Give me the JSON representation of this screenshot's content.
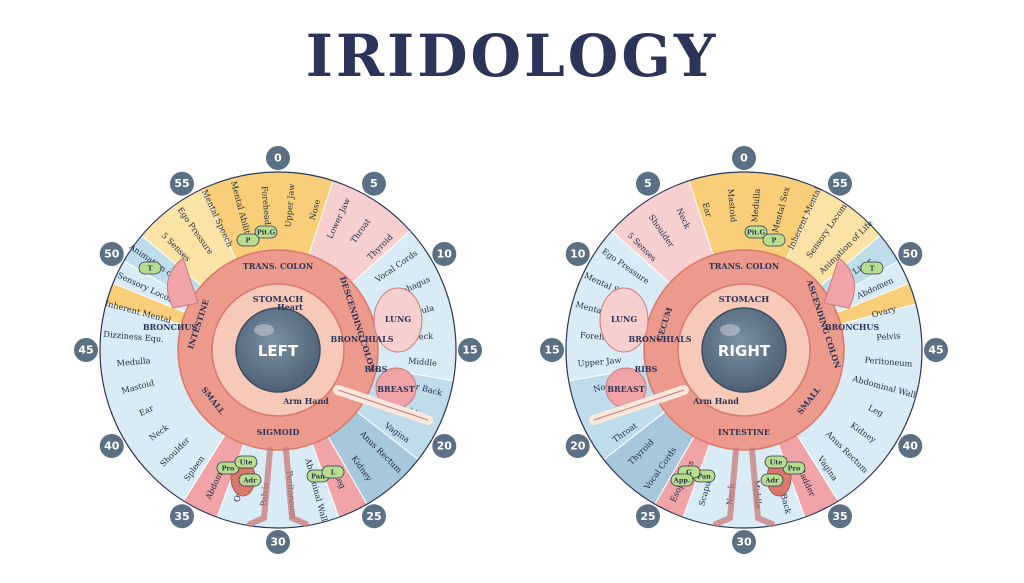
{
  "title": "IRIDOLOGY",
  "colors": {
    "navy": "#2c3559",
    "yellow": "#f8cf78",
    "yellow_light": "#fbe3a6",
    "blue_light": "#d9ecf5",
    "blue_mid": "#bfdcea",
    "blue_dark": "#a7c8da",
    "pink": "#f0a4a8",
    "pink_light": "#f7cfcf",
    "ring_salmon": "#ec9a8c",
    "ring_inner": "#f6c9b8",
    "pupil": "#5b7084",
    "badge": "#5b7084"
  },
  "left_eye": {
    "label": "LEFT",
    "clock_numbers": [
      "0",
      "5",
      "10",
      "15",
      "20",
      "25",
      "30",
      "35",
      "40",
      "45",
      "50",
      "55"
    ],
    "outer_labels": [
      "5 Senses",
      "Ego Pressure",
      "Mental Speech",
      "Mental Ability",
      "Forehead",
      "Upper Jaw",
      "Nose",
      "Lower Jaw",
      "Throat",
      "Thyroid",
      "Vocal Cords",
      "Esophagus",
      "Scapula",
      "Neck",
      "Middle",
      "Lower Back",
      "Bladder",
      "Vagina",
      "Anus Rectum",
      "Kidney",
      "Leg",
      "Abdominal Wall",
      "Peritoneum",
      "Pelvis",
      "Ovary",
      "Abdomen",
      "Spleen",
      "Shoulder",
      "Neck",
      "Ear",
      "Mastoid",
      "Medulla",
      "Dizziness Equ.",
      "Inherent Mental",
      "Sensory Locom",
      "Animation of Life"
    ],
    "small_badges": [
      "Pit.G",
      "P",
      "T",
      "Pro",
      "Ute",
      "Adr",
      "Pan",
      "L"
    ],
    "organ_labels": [
      "LUNG",
      "Heart",
      "BREAST",
      "Arm Hand",
      "BRONCHUS",
      "BRONCHIALS",
      "RIBS"
    ],
    "ring_labels": [
      "TRANS. COLON",
      "INTESTINE",
      "SMALL",
      "SIGMOID",
      "DESCENDING COLON"
    ],
    "inner_label": "STOMACH"
  },
  "right_eye": {
    "label": "RIGHT",
    "clock_numbers": [
      "0",
      "5",
      "10",
      "15",
      "20",
      "25",
      "30",
      "35",
      "40",
      "45",
      "50",
      "55"
    ],
    "outer_labels": [
      "Animation of Life",
      "Sensory Locom",
      "Inherent Mental",
      "Mental Sex",
      "Medulla",
      "Mastoid",
      "Ear",
      "Neck",
      "Shoulder",
      "5 Senses",
      "Ego Pressure",
      "Mental Speech",
      "Mental Ability",
      "Forehead",
      "Upper Jaw",
      "Nose",
      "Lower Jaw",
      "Throat",
      "Thyroid",
      "Vocal Cords",
      "Esophagus",
      "Scapula",
      "Neck",
      "Middle",
      "Lower Back",
      "Bladder",
      "Vagina",
      "Anus Rectum",
      "Kidney",
      "Leg",
      "Abdominal Wall",
      "Peritoneum",
      "Pelvis",
      "Ovary",
      "Abdomen",
      "Liver"
    ],
    "small_badges": [
      "Pit.G",
      "P",
      "T",
      "Pro",
      "Ute",
      "Adr",
      "Pan",
      "G",
      "App."
    ],
    "organ_labels": [
      "LUNG",
      "BREAST",
      "Arm Hand",
      "BRONCHUS",
      "BRONCHIALS",
      "RIBS"
    ],
    "ring_labels": [
      "TRANS. COLON",
      "ASCENDING COLON",
      "SMALL",
      "INTESTINE",
      "CECUM"
    ],
    "inner_label": "STOMACH"
  }
}
